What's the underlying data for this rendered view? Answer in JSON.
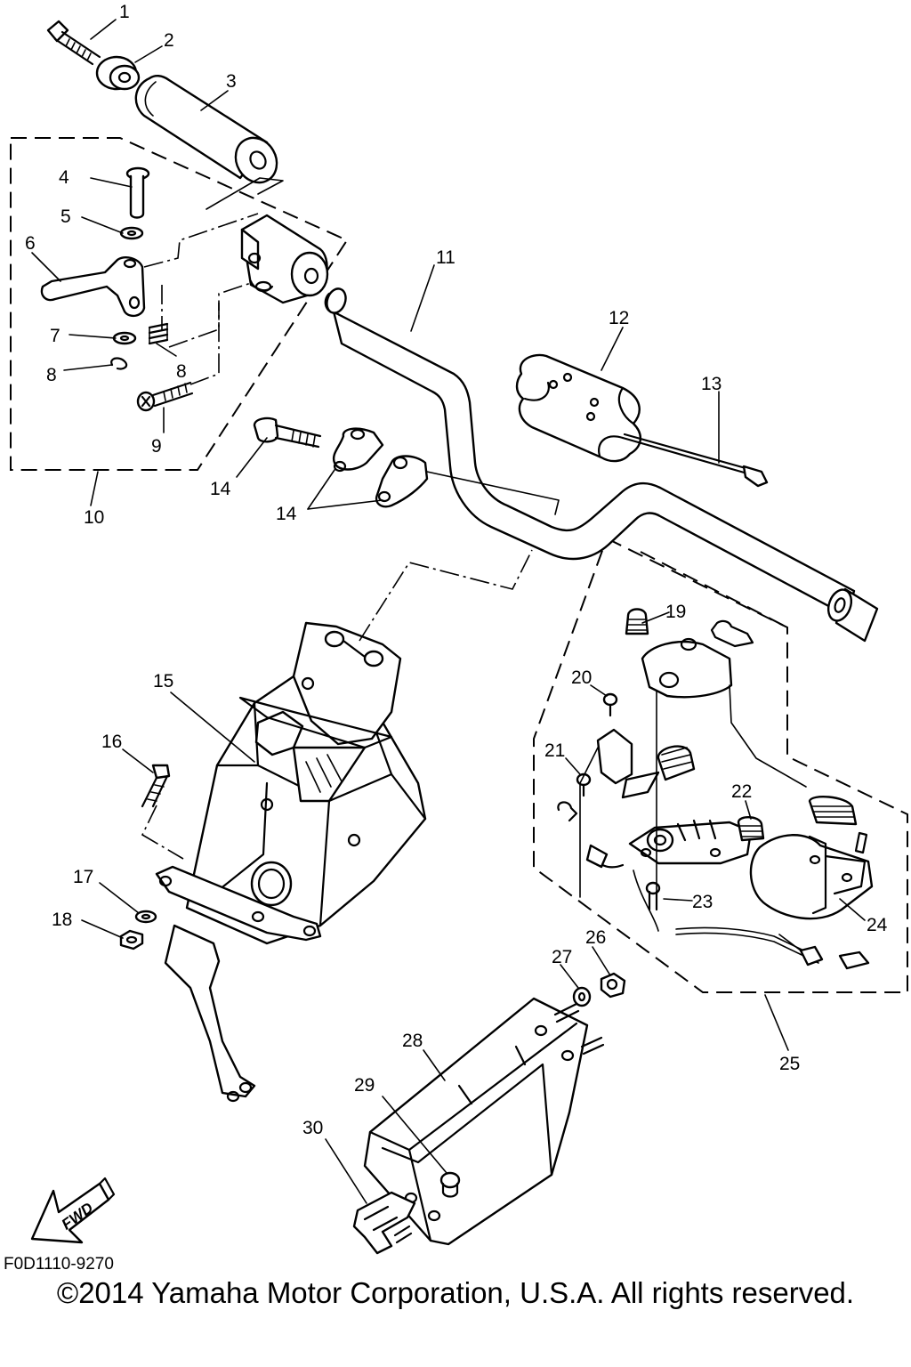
{
  "diagram": {
    "drawing_code": "F0D1110-9270",
    "copyright": "©2014 Yamaha Motor Corporation, U.S.A. All rights reserved.",
    "fwd_label": "FWD",
    "callouts": [
      "1",
      "2",
      "3",
      "4",
      "5",
      "6",
      "7",
      "8",
      "8",
      "9",
      "10",
      "11",
      "12",
      "13",
      "14",
      "14",
      "15",
      "16",
      "17",
      "18",
      "19",
      "20",
      "21",
      "22",
      "23",
      "24",
      "25",
      "26",
      "27",
      "28",
      "29",
      "30"
    ]
  }
}
